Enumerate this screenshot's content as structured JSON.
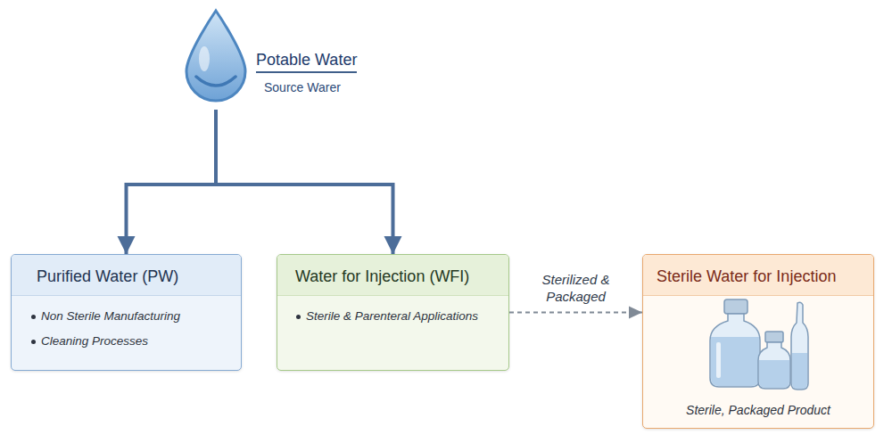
{
  "diagram": {
    "nodes": [
      {
        "text": [
          "Potable Water",
          "Source Warer"
        ]
      },
      {
        "text": [
          "Purified Water (PW)",
          "Non Sterile Manufacturing",
          "Cleaning Processes"
        ]
      },
      {
        "text": [
          "Water for Injection (WFI)",
          "Sterile & Parenteral Applications"
        ]
      },
      {
        "text": [
          "Sterile Water for Injection",
          "Sterile, Packaged Product"
        ]
      }
    ],
    "edges": [
      {
        "from": 0,
        "to": 1,
        "arrow": "to"
      },
      {
        "from": 0,
        "to": 2,
        "arrow": "to"
      },
      {
        "from": 2,
        "to": 3,
        "label": "Sterilized & Packaged",
        "arrow": "to"
      }
    ]
  }
}
